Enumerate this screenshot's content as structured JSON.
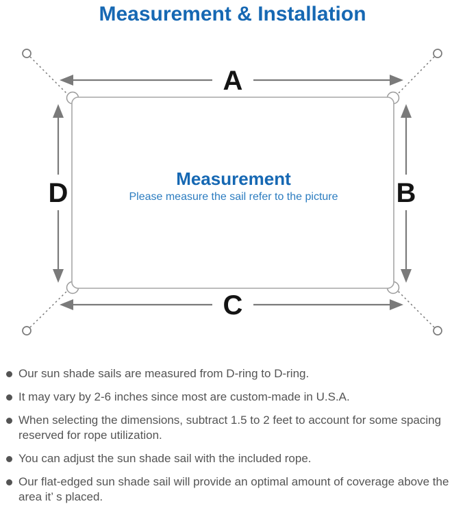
{
  "page": {
    "title": "Measurement & Installation"
  },
  "diagram": {
    "center_title": "Measurement",
    "center_subtitle": "Please measure the sail refer to the picture",
    "edge_labels": {
      "top": "A",
      "right": "B",
      "bottom": "C",
      "left": "D"
    }
  },
  "notes": [
    "Our sun shade sails are measured from D-ring to D-ring.",
    "It may vary by 2-6 inches since most are custom-made in U.S.A.",
    "When selecting the dimensions, subtract 1.5 to 2 feet to account for some spacing reserved for rope utilization.",
    "You can adjust the sun shade sail with the included rope.",
    "Our flat-edged sun shade sail will provide an optimal amount of coverage above the area it’ s placed."
  ],
  "colors": {
    "title_blue": "#1668b3",
    "subtitle_blue": "#2b7cc0",
    "line_gray": "#7a7a7a",
    "sail_outline_gray": "#a6a6a6",
    "label_black": "#141414",
    "note_gray": "#545454"
  }
}
